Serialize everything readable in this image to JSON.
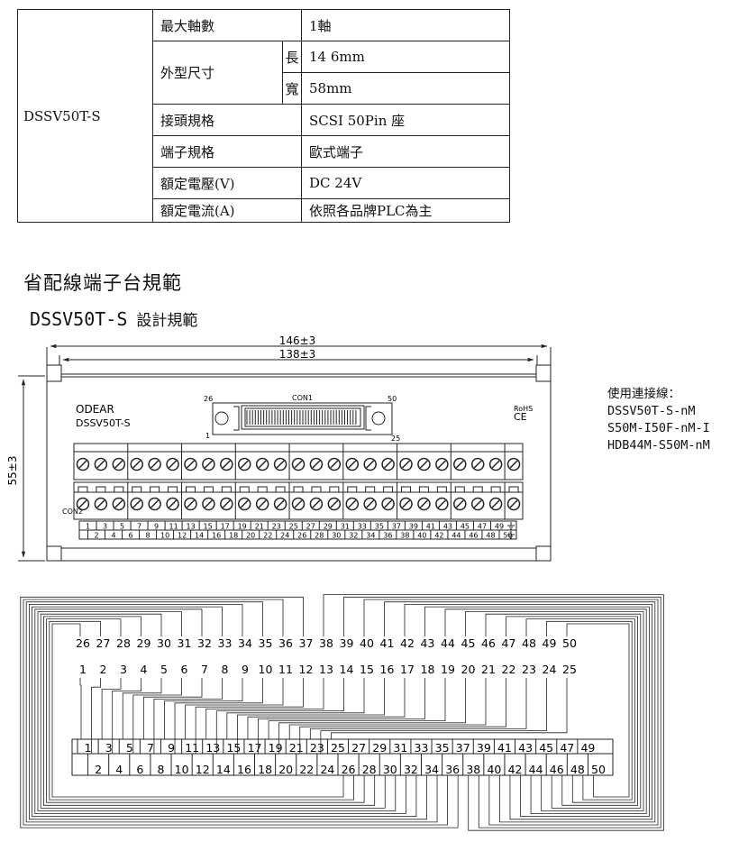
{
  "spec_table": {
    "model": "DSSV50T-S",
    "rows": [
      {
        "label": "最大軸數",
        "value": "1軸"
      },
      {
        "label": "外型尺寸",
        "sub": "長",
        "value": "14 6mm"
      },
      {
        "sub": "寬",
        "value": "58mm"
      },
      {
        "label": "接頭規格",
        "value": "SCSI 50Pin 座"
      },
      {
        "label": "端子規格",
        "value": "歐式端子"
      },
      {
        "label": "額定電壓(V)",
        "value": "DC 24V"
      },
      {
        "label": "額定電流(A)",
        "value": "依照各品牌PLC為主"
      }
    ]
  },
  "section_title": "省配線端子台規範",
  "design_title": {
    "model": "DSSV50T-S",
    "suffix": "設計規範"
  },
  "dimension_drawing": {
    "width_outer": "146±3",
    "width_inner": "138±3",
    "height": "55±3",
    "brand": "ODEAR",
    "model": "DSSV50T-S",
    "connector": "CON1",
    "pin_26": "26",
    "pin_50": "50",
    "pin_1": "1",
    "pin_25": "25",
    "terminal_label": "CON2",
    "rohs": "RoHS",
    "ce": "CE",
    "top_row": [
      "1",
      "3",
      "5",
      "7",
      "9",
      "11",
      "13",
      "15",
      "17",
      "19",
      "21",
      "23",
      "25",
      "27",
      "29",
      "31",
      "33",
      "35",
      "37",
      "39",
      "41",
      "43",
      "45",
      "47",
      "49"
    ],
    "bottom_row": [
      "2",
      "4",
      "6",
      "8",
      "10",
      "12",
      "14",
      "16",
      "18",
      "20",
      "22",
      "24",
      "26",
      "28",
      "30",
      "32",
      "34",
      "36",
      "38",
      "40",
      "42",
      "44",
      "46",
      "48",
      "50"
    ]
  },
  "cable_info": {
    "title": "使用連接線：",
    "items": [
      "DSSV50T-S-nM",
      "S50M-I50F-nM-I",
      "HDB44M-S50M-nM"
    ]
  },
  "wiring": {
    "connector_row_top": [
      "26",
      "27",
      "28",
      "29",
      "30",
      "31",
      "32",
      "33",
      "34",
      "35",
      "36",
      "37",
      "38",
      "39",
      "40",
      "41",
      "42",
      "43",
      "44",
      "45",
      "46",
      "47",
      "48",
      "49",
      "50"
    ],
    "connector_row_bottom": [
      "1",
      "2",
      "3",
      "4",
      "5",
      "6",
      "7",
      "8",
      "9",
      "10",
      "11",
      "12",
      "13",
      "14",
      "15",
      "16",
      "17",
      "18",
      "19",
      "20",
      "21",
      "22",
      "23",
      "24",
      "25"
    ],
    "terminal_top": [
      "1",
      "3",
      "5",
      "7",
      "9",
      "11",
      "13",
      "15",
      "17",
      "19",
      "21",
      "23",
      "25",
      "27",
      "29",
      "31",
      "33",
      "35",
      "37",
      "39",
      "41",
      "43",
      "45",
      "47",
      "49"
    ],
    "terminal_bottom": [
      "2",
      "4",
      "6",
      "8",
      "10",
      "12",
      "14",
      "16",
      "18",
      "20",
      "22",
      "24",
      "26",
      "28",
      "30",
      "32",
      "34",
      "36",
      "38",
      "40",
      "42",
      "44",
      "46",
      "48",
      "50"
    ]
  }
}
